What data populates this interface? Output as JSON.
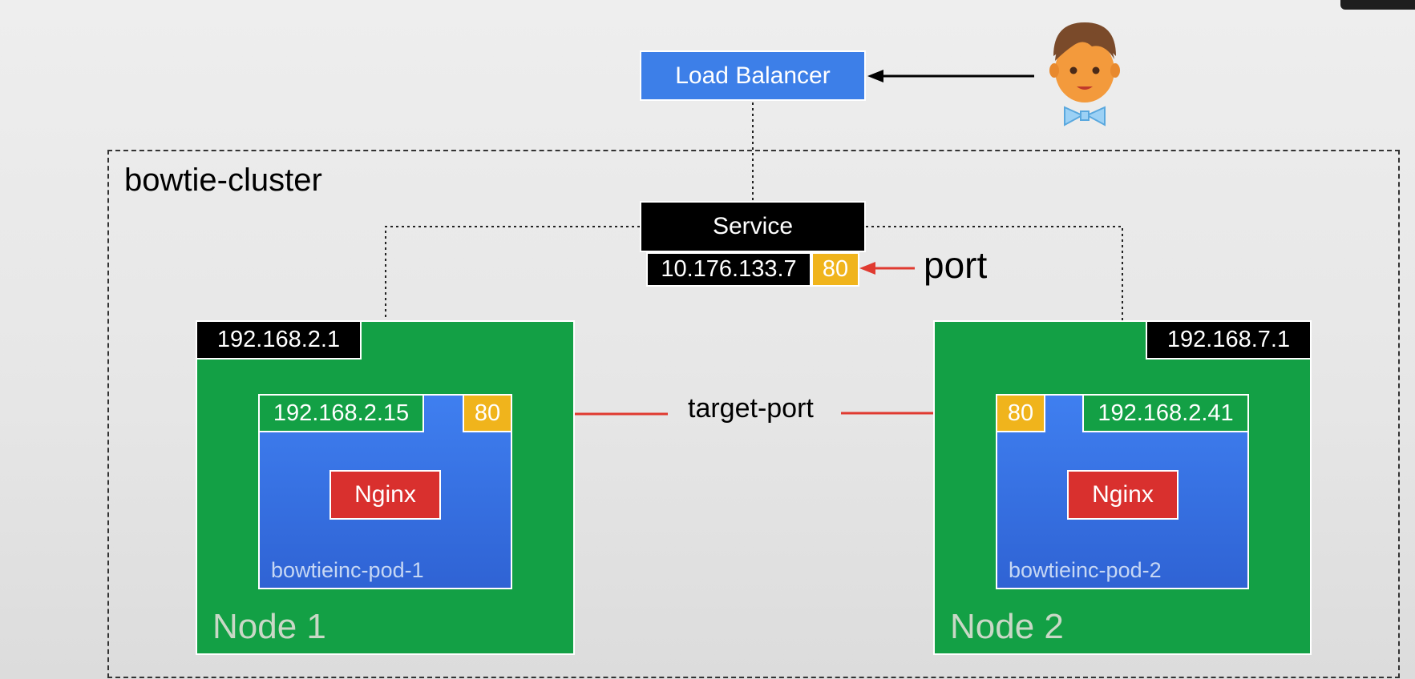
{
  "load_balancer": {
    "label": "Load Balancer"
  },
  "cluster": {
    "label": "bowtie-cluster"
  },
  "service": {
    "label": "Service",
    "ip": "10.176.133.7",
    "port": "80"
  },
  "annotations": {
    "port": "port",
    "target_port": "target-port"
  },
  "nodes": [
    {
      "label": "Node 1",
      "ip": "192.168.2.1",
      "pod": {
        "ip": "192.168.2.15",
        "port": "80",
        "app": "Nginx",
        "name": "bowtieinc-pod-1"
      }
    },
    {
      "label": "Node 2",
      "ip": "192.168.7.1",
      "pod": {
        "ip": "192.168.2.41",
        "port": "80",
        "app": "Nginx",
        "name": "bowtieinc-pod-2"
      }
    }
  ],
  "colors": {
    "load_balancer": "#3d7fe8",
    "node": "#13a045",
    "pod": "#3572e2",
    "port": "#f0b41c",
    "nginx": "#d9302e",
    "arrow_red": "#e03a30"
  },
  "icons": {
    "user": "user-avatar-with-bowtie-icon"
  }
}
